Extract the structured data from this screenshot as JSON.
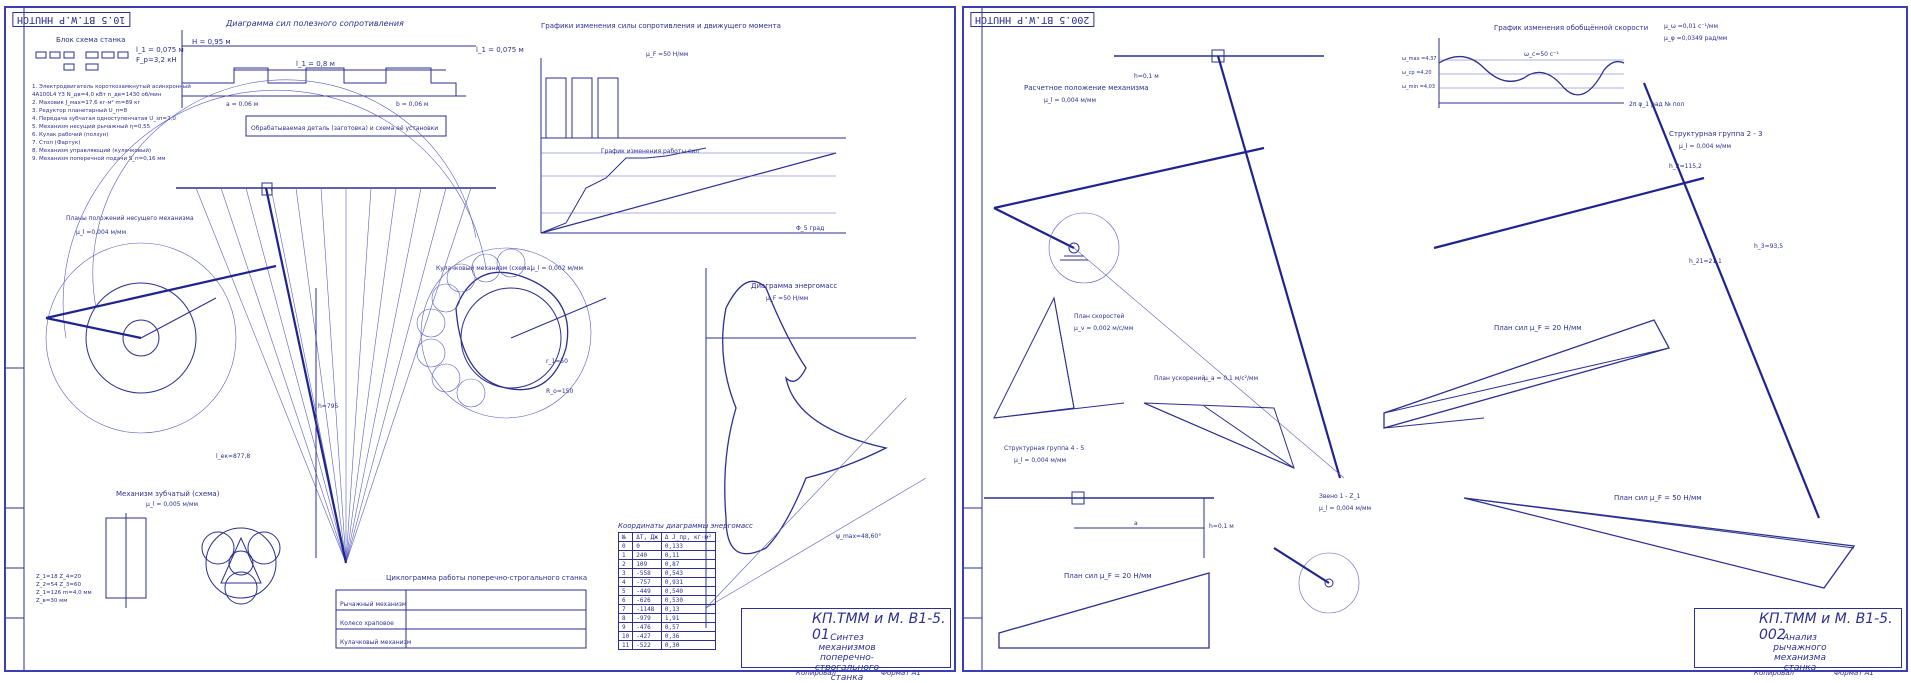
{
  "sheet1": {
    "stamp": "10.5 BT.W.P HHUTOH",
    "title_diagram": "Диаграмма сил полезного сопротивления",
    "block_scheme": "Блок схема станка",
    "graph_title": "Графики изменения силы сопротивления и движущего момента",
    "work_graph": "График изменения работы сил",
    "scale_mu": "μ_F =50 H/мм",
    "plan_title": "Планы положений несущего механизма",
    "plan_scale": "μ_l =0,004 м/мм",
    "cam_title": "Кулачковый механизм (схема)",
    "cam_scale": "μ_l = 0,002 м/мм",
    "energy_title": "Диаграмма энергомасс",
    "gear_title": "Механизм зубчатый (схема)",
    "gear_scale": "μ_l = 0,005 м/мм",
    "cyclogram_title": "Циклограмма работы поперечно-строгального станка",
    "dims": {
      "H": "H = 0,95 м",
      "l1": "l_1 = 0,8 м",
      "l_left": "l_1 = 0,075 м",
      "l_right": "l_1 = 0,075 м",
      "F": "F_p=3,2 кН"
    },
    "specs": [
      "1. Электродвигатель короткозамкнутый асинхронный",
      "4A100L4 Y3   N_дв=4,0 кВт  n_дв=1430 об/мин",
      "2. Маховик  J_мах=17,6 кг·м²  m=89 кг",
      "3. Редуктор планетарный  U_п=8",
      "4. Передача зубчатая одноступенчатая U_зп=2,0",
      "5. Механизм несущий рычажный  η=0,55",
      "6. Кулак рабочий (ползун)",
      "7. Стол (Фартук)",
      "8. Механизм управляющий (кулачковый)",
      "9. Механизм поперечной подачи S_п=0,16 мм"
    ],
    "gear_params": [
      "Z_1=18  Z_4=20",
      "Z_2=54  Z_3=60",
      "Z_1=126  m=4,0 мм",
      "Z_в=30 мм"
    ],
    "table_header": "Координаты диаграммы энергомасс",
    "table_cols": [
      "№",
      "ΔT, Дж",
      "Δ J_пр, кг·м²"
    ],
    "table_rows": [
      [
        "0",
        "0",
        "0,133"
      ],
      [
        "1",
        "240",
        "0,11"
      ],
      [
        "2",
        "109",
        "0,87"
      ],
      [
        "3",
        "-558",
        "0,543"
      ],
      [
        "4",
        "-757",
        "0,931"
      ],
      [
        "5",
        "-449",
        "0,540"
      ],
      [
        "6",
        "-626",
        "0,530"
      ],
      [
        "7",
        "-1148",
        "0,13"
      ],
      [
        "8",
        "-979",
        "1,91"
      ],
      [
        "9",
        "-476",
        "0,57"
      ],
      [
        "10",
        "-427",
        "0,36"
      ],
      [
        "11",
        "-522",
        "0,30"
      ]
    ],
    "cyclogram_rows": [
      "Рычажный механизм",
      "Колесо храповое",
      "Кулачковый механизм"
    ],
    "title_block": {
      "code": "КП.ТММ и М. В1-5. 01",
      "name": "Синтез механизмов поперечно-строгального станка",
      "footer": "Копировал",
      "format": "Формат  A1"
    },
    "labels": {
      "a": "a = 0,06 м",
      "b": "b = 0,06 м",
      "l_ek": "l_ек=877,8",
      "h": "h=795",
      "stroke_note": "Обрабатываемая деталь (заготовка) и схема её установки",
      "angle": "ψ_max=48,60°",
      "phi": "Φ_5 град",
      "mu1": "μ_F=50 H/мм",
      "rp": "R_о=150",
      "r1": "r_1=50"
    }
  },
  "sheet2": {
    "stamp": "200.5 BT.W.P HHUTOH",
    "speed_graph": "График изменения обобщённой скорости",
    "speed_scale": [
      "μ_ω =0,01 с⁻¹/мм",
      "μ_φ =0,0349 рад/мм"
    ],
    "mech_title": "Расчетное положение механизма",
    "mech_scale": "μ_l = 0,004 м/мм",
    "struct23": "Структурная группа 2 - 3",
    "struct23_scale": "μ_l = 0,004 м/мм",
    "struct45": "Структурная группа 4 - 5",
    "struct45_scale": "μ_l = 0,004 м/мм",
    "speed_plan": "План скоростей",
    "speed_plan_scale": "μ_v = 0,002 м/с/мм",
    "acc_plan": "План ускорений",
    "acc_plan_scale": "μ_a = 0,1 м/с²/мм",
    "force_plan1": "План сил   μ_F = 20 Н/мм",
    "force_plan2": "План сил   μ_F = 20 Н/мм",
    "force_plan3": "План сил   μ_F = 50 Н/мм",
    "link12": "Звено  1 - Z_1",
    "link12_scale": "μ_l = 0,004 м/мм",
    "speed_vals": [
      "ω_max =4,37",
      "ω_ср =4,20",
      "ω_min =4,03",
      "ω_с=50 с⁻¹"
    ],
    "pos_label": "2π  φ_1 рад  № пол",
    "title_block": {
      "code": "КП.ТММ и М. В1-5. 002",
      "name": "Анализ рычажного механизма станка",
      "footer": "Копировал",
      "format": "Формат  A1"
    },
    "dims": {
      "a": "a",
      "h5": "h=0,1 м",
      "h2": "h_2=115,2",
      "h21": "h_21=21,1",
      "h3": "h_3=93,5",
      "hf": "h=0,1 м"
    }
  },
  "colors": {
    "ink": "#2b2f8f",
    "line": "#1f2390",
    "border": "#3a3fb6",
    "beige": "#d8c48c"
  }
}
